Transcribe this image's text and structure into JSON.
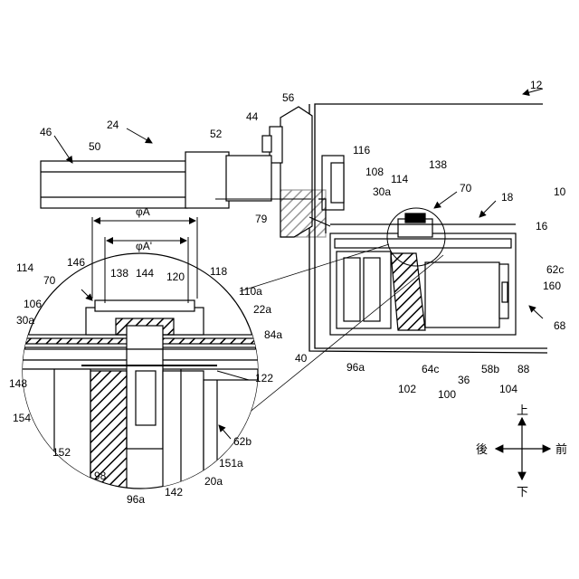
{
  "labels": {
    "l12": "12",
    "l56": "56",
    "l44": "44",
    "l24": "24",
    "l52": "52",
    "l46": "46",
    "l50": "50",
    "l116": "116",
    "l138a": "138",
    "l108": "108",
    "l114a": "114",
    "l70a": "70",
    "l18": "18",
    "l10": "10",
    "l30a_top": "30a",
    "l79": "79",
    "l16": "16",
    "l62c": "62c",
    "l160": "160",
    "l68": "68",
    "l40": "40",
    "l96a_r": "96a",
    "l102": "102",
    "l64c": "64c",
    "l100": "100",
    "l36": "36",
    "l58b": "58b",
    "l88": "88",
    "l104": "104",
    "l_phiA": "φA",
    "l_phiA2": "φA'",
    "l114b": "114",
    "l70b": "70",
    "l146": "146",
    "l138b": "138",
    "l144": "144",
    "l120": "120",
    "l118": "118",
    "l106": "106",
    "l110a": "110a",
    "l22a": "22a",
    "l30a_d": "30a",
    "l84a": "84a",
    "l148": "148",
    "l122": "122",
    "l154": "154",
    "l62b": "62b",
    "l152": "152",
    "l151a": "151a",
    "l98": "98",
    "l20a": "20a",
    "l142": "142",
    "l96a_d": "96a"
  },
  "directions": {
    "up": "上",
    "down": "下",
    "back": "後",
    "front": "前"
  }
}
